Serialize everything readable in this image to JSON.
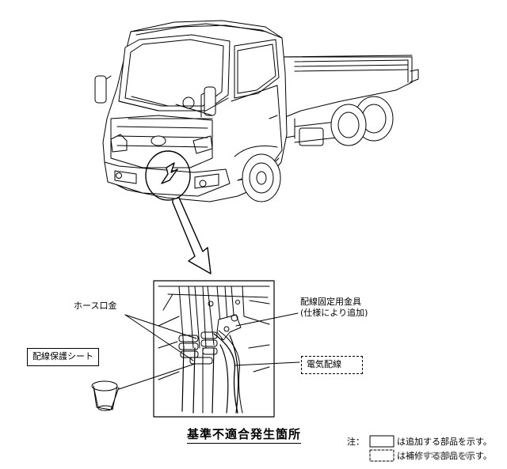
{
  "labels": {
    "hose_fitting": "ホース口金",
    "bracket_line1": "配線固定用金具",
    "bracket_line2": "(仕様により追加)",
    "protect_sheet": "配線保護シート",
    "wiring": "電気配線",
    "title": "基準不適合発生箇所"
  },
  "legend": {
    "note": "注：",
    "solid_desc": "は追加する部品を示す。",
    "dashed_desc": "は補修する部品を示す。"
  },
  "watermark": "response."
}
